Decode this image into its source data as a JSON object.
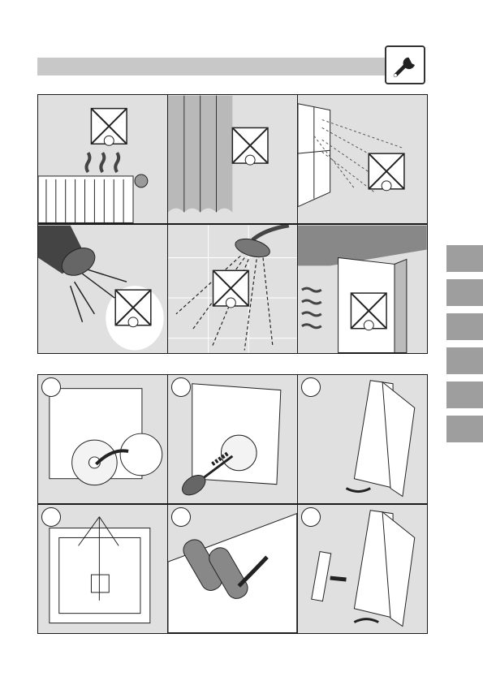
{
  "header": {
    "tool_icon": "wrench-icon",
    "bar_color": "#c8c8c8"
  },
  "placement_panels": [
    {
      "id": "heater",
      "icon": "crossed-thermostat-icon",
      "depicts": "radiator-heat"
    },
    {
      "id": "curtain",
      "icon": "crossed-thermostat-icon",
      "depicts": "curtain"
    },
    {
      "id": "window",
      "icon": "crossed-thermostat-icon",
      "depicts": "sunlight-window"
    },
    {
      "id": "lamp",
      "icon": "crossed-thermostat-icon",
      "depicts": "spotlight"
    },
    {
      "id": "shower",
      "icon": "crossed-thermostat-icon",
      "depicts": "shower-water"
    },
    {
      "id": "draft",
      "icon": "crossed-thermostat-icon",
      "depicts": "wall-draft"
    }
  ],
  "install_steps": [
    {
      "id": "step-1",
      "depicts": "remove-dial"
    },
    {
      "id": "step-2",
      "depicts": "unscrew-cover"
    },
    {
      "id": "step-3",
      "depicts": "open-housing"
    },
    {
      "id": "step-4",
      "depicts": "mount-backplate"
    },
    {
      "id": "step-5",
      "depicts": "insert-batteries"
    },
    {
      "id": "step-6",
      "depicts": "close-housing"
    }
  ],
  "side_tabs": [
    {
      "id": "tab-1"
    },
    {
      "id": "tab-2"
    },
    {
      "id": "tab-3"
    },
    {
      "id": "tab-4"
    },
    {
      "id": "tab-5"
    },
    {
      "id": "tab-6"
    }
  ],
  "colors": {
    "panel_bg": "#e0e0e0",
    "tab": "#9e9e9e",
    "line": "#1a1a1a"
  }
}
